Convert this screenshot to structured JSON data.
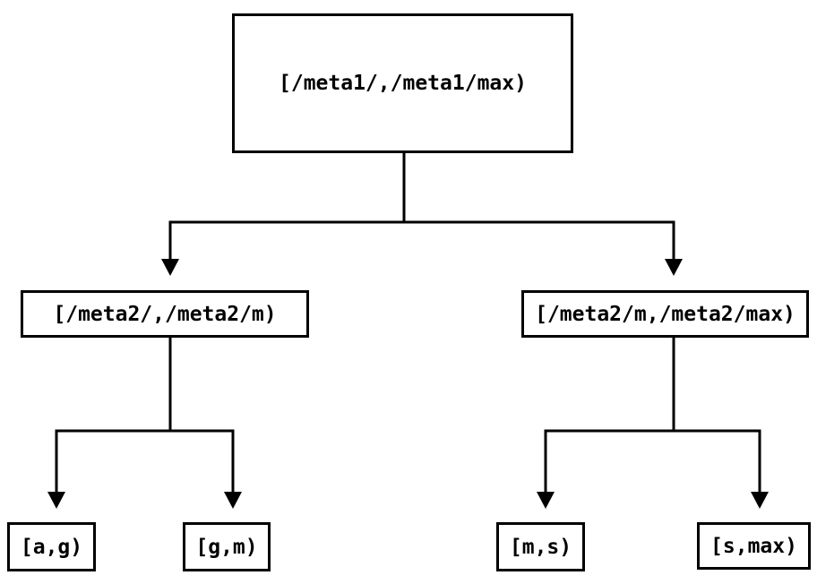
{
  "diagram": {
    "type": "binary-interval-tree",
    "nodes": {
      "root": {
        "label": "[/meta1/,/meta1/max)"
      },
      "mid_left": {
        "label": "[/meta2/,/meta2/m)"
      },
      "mid_right": {
        "label": "[/meta2/m,/meta2/max)"
      },
      "leaf_ag": {
        "label": "[a,g)"
      },
      "leaf_gm": {
        "label": "[g,m)"
      },
      "leaf_ms": {
        "label": "[m,s)"
      },
      "leaf_smax": {
        "label": "[s,max)"
      }
    },
    "edges": [
      {
        "from": "root",
        "to": "mid_left"
      },
      {
        "from": "root",
        "to": "mid_right"
      },
      {
        "from": "mid_left",
        "to": "leaf_ag"
      },
      {
        "from": "mid_left",
        "to": "leaf_gm"
      },
      {
        "from": "mid_right",
        "to": "leaf_ms"
      },
      {
        "from": "mid_right",
        "to": "leaf_smax"
      }
    ],
    "colors": {
      "background": "#ffffff",
      "line": "#000000",
      "text": "#000000"
    }
  }
}
